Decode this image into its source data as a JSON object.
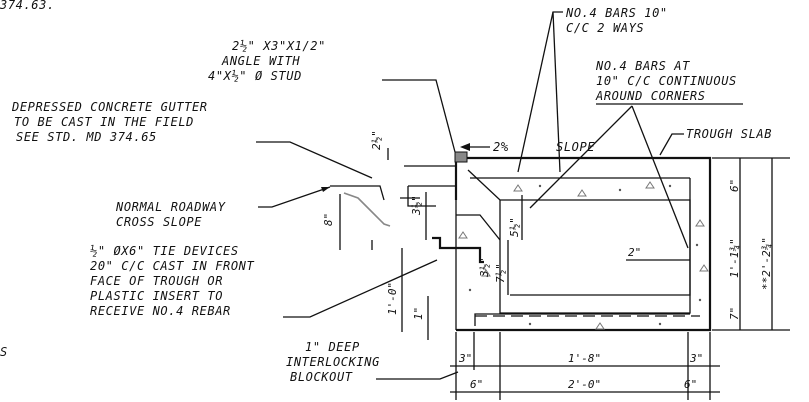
{
  "fragment_top_left": "374.63.",
  "fragment_left": "S",
  "label_angle": [
    "2½\" X3\"X1/2\"",
    "ANGLE WITH",
    "4\"X½\" Ø STUD"
  ],
  "label_gutter": [
    "DEPRESSED CONCRETE GUTTER",
    "TO BE CAST IN THE FIELD",
    "SEE STD. MD 374.65"
  ],
  "label_roadway": [
    "NORMAL ROADWAY",
    "CROSS SLOPE"
  ],
  "label_tie": [
    "½\" ØX6\" TIE DEVICES",
    "20\" C/C CAST IN FRONT",
    "FACE OF TROUGH OR",
    "PLASTIC INSERT TO",
    "RECEIVE NO.4 REBAR"
  ],
  "label_blockout": [
    "1\" DEEP",
    "INTERLOCKING",
    "BLOCKOUT"
  ],
  "label_bars_top": [
    "NO.4 BARS 10\"",
    "C/C 2 WAYS"
  ],
  "label_bars_corner": [
    "NO.4 BARS AT",
    "10\" C/C CONTINUOUS",
    "AROUND CORNERS"
  ],
  "label_trough_slab": "TROUGH SLAB",
  "label_slope_pct": "2%",
  "label_slope": "SLOPE",
  "dims": {
    "d_2half": "2½\"",
    "d_3half": "3½\"",
    "d_8": "8\"",
    "d_1ft": "1'-0\"",
    "d_1in": "1\"",
    "d_5half": "5½\"",
    "d_3half_b": "3½\"",
    "d_7half": "7½\"",
    "d_2in": "2\"",
    "d_6_right": "6\"",
    "d_1_1_3_4": "1'-1¾\"",
    "d_7_right": "7\"",
    "d_2_2_3_4": "**2'-2¾\"",
    "d_3_left": "3\"",
    "d_1_8": "1'-8\"",
    "d_3_right": "3\"",
    "d_6_left": "6\"",
    "d_2_0": "2'-0\"",
    "d_6_bottom": "6\""
  }
}
